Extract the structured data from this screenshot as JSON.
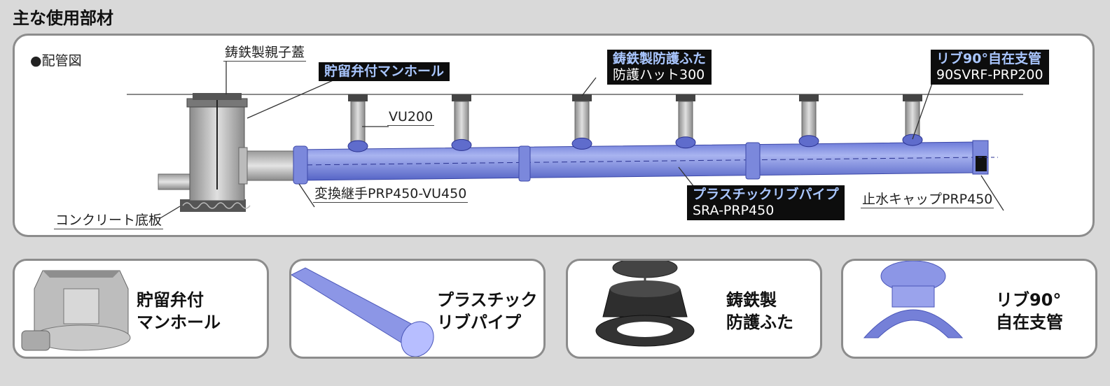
{
  "page_title": "主な使用部材",
  "diagram": {
    "section_label": "●配管図",
    "labels": {
      "cast_iron_cover": "鋳鉄製親子蓋",
      "vu200": "VU200",
      "adapter": "変換継手PRP450-VU450",
      "concrete_base": "コンクリート底板",
      "water_stop_cap": "止水キャップPRP450"
    },
    "callouts": {
      "manhole": {
        "heading": "貯留弁付マンホール"
      },
      "protect_cover": {
        "heading": "鋳鉄製防護ふた",
        "sub": "防護ハット300"
      },
      "rib90": {
        "heading": "リブ90°自在支管",
        "sub": "90SVRF-PRP200"
      },
      "rib_pipe": {
        "heading": "プラスチックリブパイプ",
        "sub": "SRA-PRP450"
      }
    }
  },
  "parts": [
    {
      "line1": "貯留弁付",
      "line2": "マンホール",
      "icon": "manhole-icon"
    },
    {
      "line1": "プラスチック",
      "line2": "リブパイプ",
      "icon": "rib-pipe-icon"
    },
    {
      "line1": "鋳鉄製",
      "line2": "防護ふた",
      "icon": "protect-cover-icon"
    },
    {
      "line1": "リブ90°",
      "line2": "自在支管",
      "icon": "rib90-branch-icon"
    }
  ],
  "colors": {
    "pipe_blue": "#8090e0",
    "callout_bg": "#0d0d0d",
    "callout_heading": "#a9c6ff"
  }
}
